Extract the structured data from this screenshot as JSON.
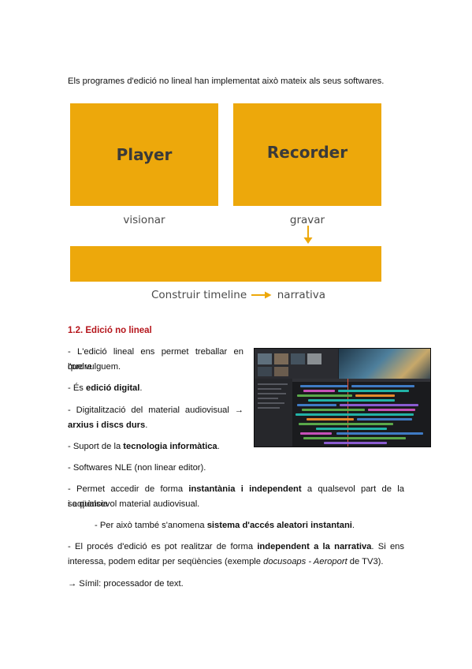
{
  "intro": "Els programes d'edició no lineal han implementat això mateix als seus softwares.",
  "diagram": {
    "player": "Player",
    "recorder": "Recorder",
    "caption_player": "visionar",
    "caption_recorder": "gravar",
    "timeline_left": "Construir timeline",
    "timeline_right": "narrativa",
    "box_color": "#eda80b",
    "arrow_color": "#eda80b"
  },
  "section": {
    "heading": "1.2. Edició no lineal",
    "heading_color": "#b5161c"
  },
  "bullets": {
    "b1_line1": "- L'edició lineal ens permet treballar en l'ordre",
    "b1_line2": "que vulguem.",
    "b2_pre": "- És ",
    "b2_bold": "edició digital",
    "b2_post": ".",
    "b3_line1": "- Digitalització del material audiovisual →",
    "b3_bold": "arxius i discs durs",
    "b3_post": ".",
    "b4_pre": "- Suport de la ",
    "b4_bold": "tecnologia informàtica",
    "b4_post": ".",
    "b5": "- Softwares NLE (non linear editor).",
    "b6_pre": "- Permet accedir de forma ",
    "b6_bold": "instantània i independent",
    "b6_post": " a qualsevol part de la seqüència",
    "b6_line2": "i a qualsevol material audiovisual.",
    "b7_pre": "- Per això també s'anomena ",
    "b7_bold": "sistema d'accés aleatori instantani",
    "b7_post": ".",
    "b8_pre": "- El procés d'edició es pot realitzar de forma ",
    "b8_bold": "independent a la narrativa",
    "b8_post": ". Si ens",
    "b8_line2_pre": "interessa, podem editar per seqüències (exemple ",
    "b8_italic": "docusoaps - Aeroport",
    "b8_line2_post": " de TV3).",
    "b9": "→ Símil: processador de text."
  }
}
